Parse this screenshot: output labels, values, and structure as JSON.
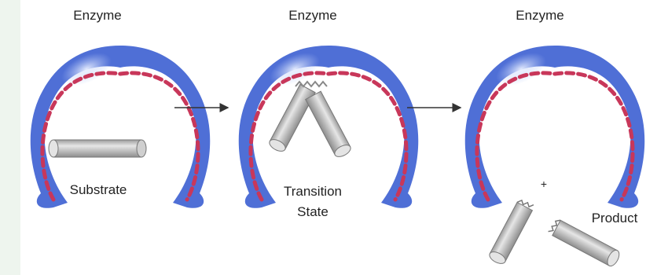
{
  "stages": [
    {
      "enzyme_label": "Enzyme",
      "state_label": "Substrate"
    },
    {
      "enzyme_label": "Enzyme",
      "state_label_line1": "Transition",
      "state_label_line2": "State"
    },
    {
      "enzyme_label": "Enzyme",
      "plus_sign": "+",
      "state_label": "Product"
    }
  ],
  "colors": {
    "enzyme_blue": "#4f6fd6",
    "enzyme_highlight": "#b6c8f5",
    "active_site_dashes": "#c8375a",
    "cylinder_gray": "#bdbdbd",
    "arrow": "#333333"
  }
}
